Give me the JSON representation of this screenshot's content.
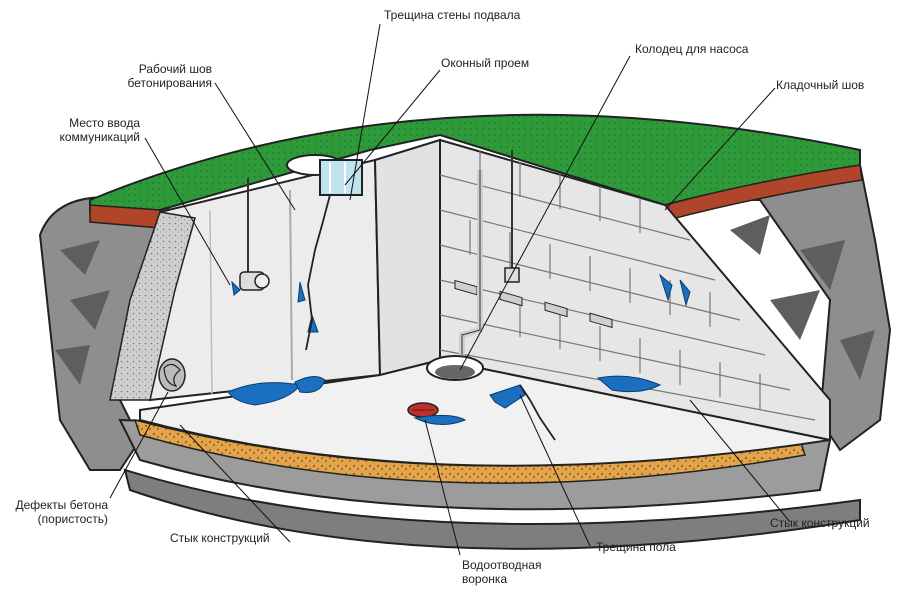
{
  "labels": {
    "basement_wall_crack": "Трещина стены подвала",
    "working_joint_line1": "Рабочий шов",
    "working_joint_line2": "бетонирования",
    "window_opening": "Оконный проем",
    "sump_well": "Колодец для насоса",
    "masonry_joint": "Кладочный шов",
    "utility_entry_line1": "Место ввода",
    "utility_entry_line2": "коммуникаций",
    "concrete_defects_line1": "Дефекты бетона",
    "concrete_defects_line2": "(пористость)",
    "joint_left": "Стык конструкций",
    "joint_right": "Стык конструкций",
    "drain_funnel_line1": "Водоотводная",
    "drain_funnel_line2": "воронка",
    "floor_crack": "Трещина пола"
  },
  "colors": {
    "grass": "#2f9a3a",
    "soil": "#b0452a",
    "rock": "#8f8f8f",
    "wall": "#ececec",
    "floor": "#f1f1f1",
    "gravel": "#e0a24a",
    "water": "#1a6fc0",
    "drain": "#c0302a"
  }
}
